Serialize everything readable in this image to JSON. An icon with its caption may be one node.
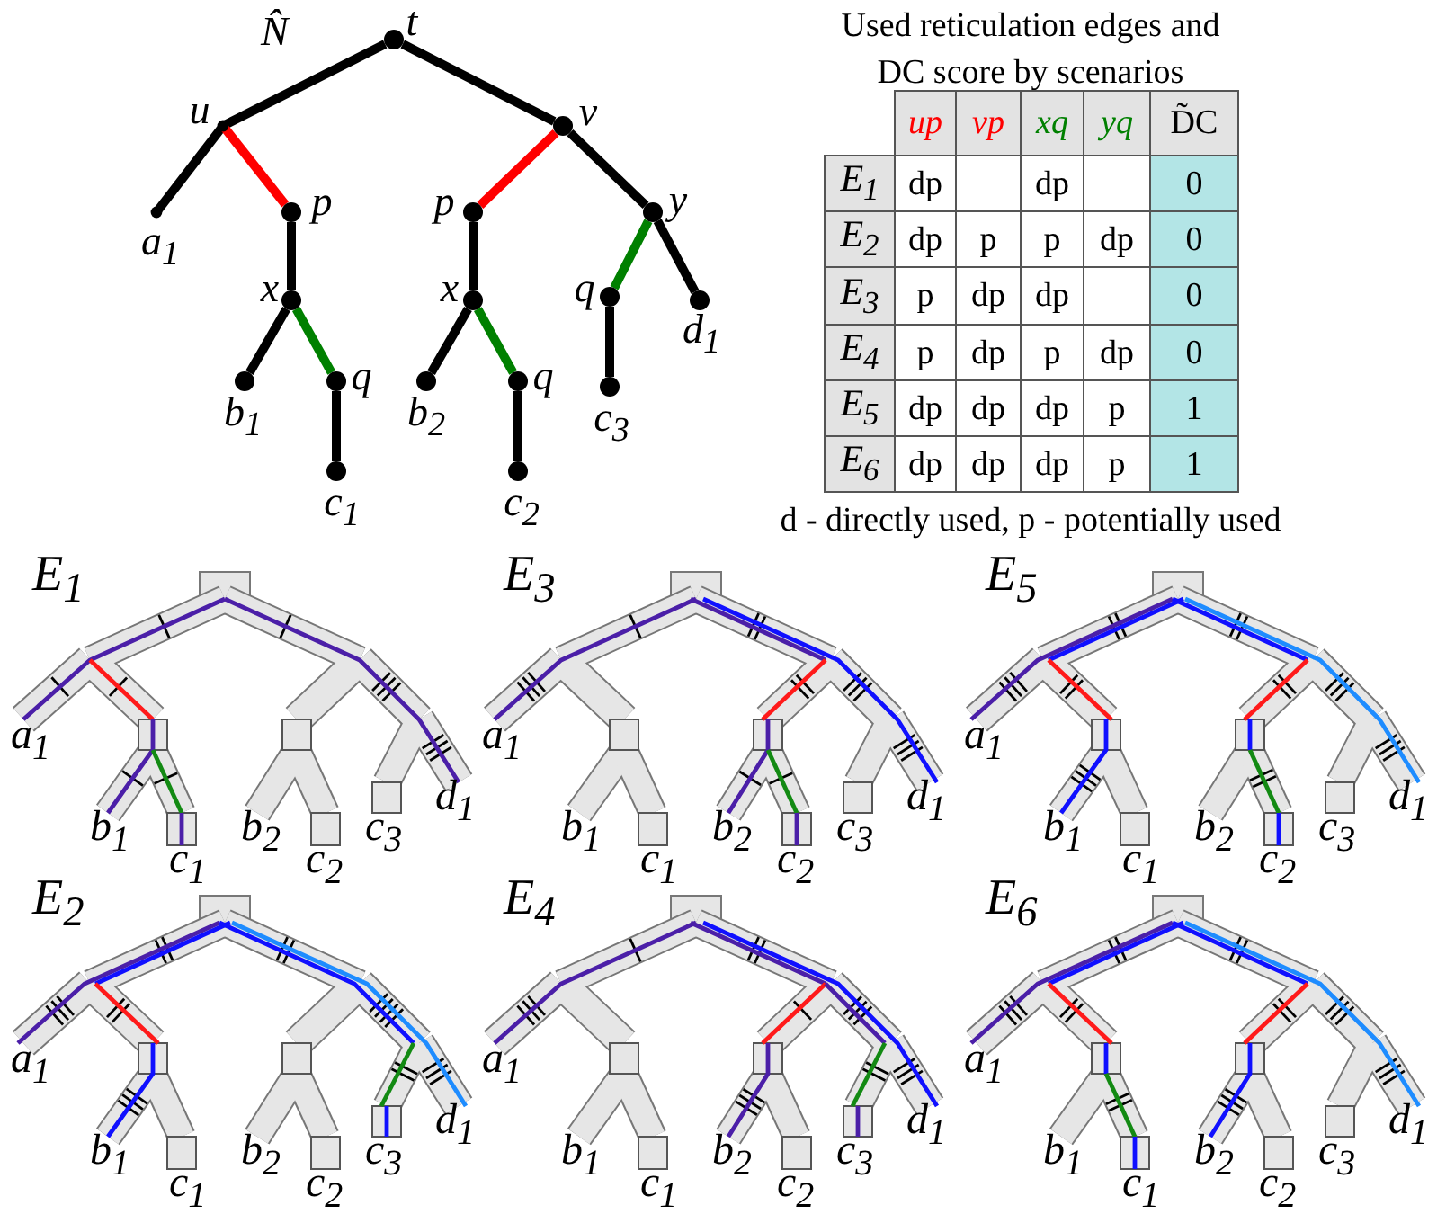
{
  "diagram": {
    "nodes": [
      {
        "text": [],
        "shape": "circle",
        "beside": [
          "t"
        ]
      },
      {
        "text": [],
        "shape": "point",
        "beside": [
          "u"
        ]
      },
      {
        "text": [],
        "shape": "circle",
        "beside": [
          "v"
        ]
      },
      {
        "text": [],
        "shape": "circle",
        "beside": [
          "p"
        ]
      },
      {
        "text": [],
        "shape": "circle",
        "beside": [
          "p"
        ]
      },
      {
        "text": [],
        "shape": "circle",
        "beside": [
          "y"
        ]
      },
      {
        "text": [],
        "shape": "point",
        "beside": [
          "a$_{1}$"
        ]
      },
      {
        "text": [],
        "shape": "circle",
        "beside": [
          "x"
        ]
      },
      {
        "text": [],
        "shape": "circle",
        "beside": [
          "x"
        ]
      },
      {
        "text": [],
        "shape": "circle",
        "beside": [
          "q"
        ]
      },
      {
        "text": [],
        "shape": "circle",
        "beside": [
          "d$_{1}$"
        ]
      },
      {
        "text": [],
        "shape": "circle",
        "beside": [
          "b$_{1}$"
        ]
      },
      {
        "text": [],
        "shape": "circle",
        "beside": [
          "q"
        ]
      },
      {
        "text": [],
        "shape": "circle",
        "beside": [
          "b$_{2}$"
        ]
      },
      {
        "text": [],
        "shape": "circle",
        "beside": [
          "q"
        ]
      },
      {
        "text": [],
        "shape": "circle",
        "beside": [
          "c$_{3}$"
        ]
      },
      {
        "text": [],
        "shape": "circle",
        "beside": [
          "c$_{1}$"
        ]
      },
      {
        "text": [],
        "shape": "circle",
        "beside": [
          "c$_{2}$"
        ]
      }
    ],
    "edges": [
      {
        "from": 0,
        "to": 1,
        "arrow": "none"
      },
      {
        "from": 0,
        "to": 2,
        "arrow": "none"
      },
      {
        "from": 1,
        "to": 6,
        "arrow": "none"
      },
      {
        "from": 1,
        "to": 3,
        "arrow": "none",
        "color": "#ff0000"
      },
      {
        "from": 2,
        "to": 4,
        "arrow": "none",
        "color": "#ff0000"
      },
      {
        "from": 2,
        "to": 5,
        "arrow": "none"
      },
      {
        "from": 3,
        "to": 7,
        "arrow": "none"
      },
      {
        "from": 4,
        "to": 8,
        "arrow": "none"
      },
      {
        "from": 5,
        "to": 9,
        "arrow": "none",
        "color": "#008000"
      },
      {
        "from": 5,
        "to": 10,
        "arrow": "none"
      },
      {
        "from": 7,
        "to": 11,
        "arrow": "none"
      },
      {
        "from": 7,
        "to": 12,
        "arrow": "none",
        "color": "#008000"
      },
      {
        "from": 8,
        "to": 13,
        "arrow": "none"
      },
      {
        "from": 8,
        "to": 14,
        "arrow": "none",
        "color": "#008000"
      },
      {
        "from": 9,
        "to": 15,
        "arrow": "none"
      },
      {
        "from": 12,
        "to": 16,
        "arrow": "none"
      },
      {
        "from": 14,
        "to": 17,
        "arrow": "none"
      }
    ],
    "labels": [
      "N̂",
      "Used reticulation edges and DC score by scenarios",
      "up",
      "vp",
      "xq",
      "yq",
      "D̃C",
      "E$_{1}$",
      "dp",
      "dp",
      "0",
      "E$_{2}$",
      "dp",
      "p",
      "p",
      "dp",
      "0",
      "E$_{3}$",
      "p",
      "dp",
      "dp",
      "0",
      "E$_{4}$",
      "p",
      "dp",
      "p",
      "dp",
      "0",
      "E$_{5}$",
      "dp",
      "dp",
      "dp",
      "p",
      "1",
      "E$_{6}$",
      "dp",
      "dp",
      "dp",
      "p",
      "1",
      "d - directly used, p - potentially used",
      "E$_{1}$",
      "a$_{1}$",
      "b$_{1}$",
      "c$_{1}$",
      "b$_{2}$",
      "c$_{2}$",
      "c$_{3}$",
      "d$_{1}$",
      "E$_{3}$",
      "a$_{1}$",
      "b$_{1}$",
      "c$_{1}$",
      "b$_{2}$",
      "c$_{2}$",
      "c$_{3}$",
      "d$_{1}$",
      "E$_{5}$",
      "a$_{1}$",
      "b$_{1}$",
      "c$_{1}$",
      "b$_{2}$",
      "c$_{2}$",
      "c$_{3}$",
      "d$_{1}$",
      "E$_{2}$",
      "a$_{1}$",
      "b$_{1}$",
      "c$_{1}$",
      "b$_{2}$",
      "c$_{2}$",
      "c$_{3}$",
      "d$_{1}$",
      "E$_{4}$",
      "a$_{1}$",
      "b$_{1}$",
      "c$_{1}$",
      "b$_{2}$",
      "c$_{2}$",
      "c$_{3}$",
      "d$_{1}$",
      "E$_{6}$",
      "a$_{1}$",
      "b$_{1}$",
      "c$_{1}$",
      "b$_{2}$",
      "c$_{2}$",
      "c$_{3}$",
      "d$_{1}$"
    ]
  }
}
